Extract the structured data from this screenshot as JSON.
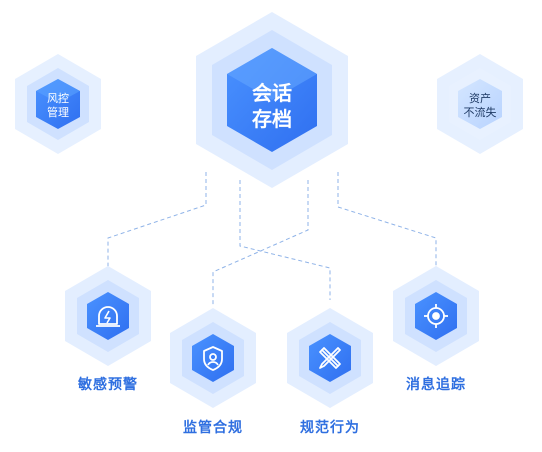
{
  "center": {
    "line1": "会话",
    "line2": "存档"
  },
  "top_left": {
    "line1": "风控",
    "line2": "管理"
  },
  "top_right": {
    "line1": "资产",
    "line2": "不流失"
  },
  "features": [
    {
      "label": "敏感预警",
      "icon": "alert-light-icon"
    },
    {
      "label": "监管合规",
      "icon": "shield-user-icon"
    },
    {
      "label": "规范行为",
      "icon": "pencil-ruler-icon"
    },
    {
      "label": "消息追踪",
      "icon": "target-icon"
    }
  ],
  "colors": {
    "outer": "#e6f0ff",
    "mid": "#cfe1ff",
    "inner": "#2f80ff",
    "accent": "#2f6fe0",
    "connector": "#8fb3e8"
  }
}
